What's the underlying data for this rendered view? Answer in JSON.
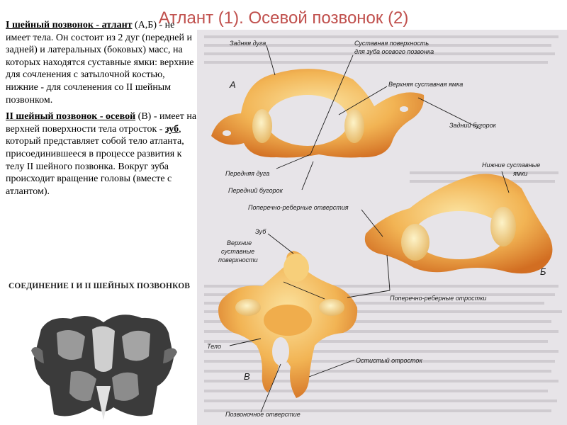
{
  "slide": {
    "title": "Атлант (1). Осевой позвонок (2)"
  },
  "text": {
    "atlas_heading": "I шейный позвонок - атлант",
    "atlas_ref": " (А,Б)",
    "atlas_body": " - не имеет тела. Он состоит из 2 дуг (передней и задней) и латеральных (боковых) масс, на которых находятся суставные ямки: верхние для сочленения с затылочной костью, нижние - для сочленения со II шейным позвонком.",
    "axis_heading": "II шейный позвонок - осевой",
    "axis_ref": " (В)",
    "axis_body_1": " - имеет на верхней поверхности тела отросток - ",
    "axis_dens": "зуб",
    "axis_body_2": ", который представляет собой тело атланта, присоединившееся в процессе развития к телу II шейного позвонка. Вокруг зуба происходит вращение головы  (вместе с атлантом)."
  },
  "photo": {
    "caption": "СОЕДИНЕНИЕ I И II ШЕЙНЫХ ПОЗВОНКОВ"
  },
  "figure": {
    "labels": {
      "posterior_arch": "Задняя дуга",
      "facet_for_dens": "Суставная поверхность",
      "facet_for_dens_2": "для зуба осевого позвонка",
      "superior_facet": "Верхняя суставная ямка",
      "posterior_tubercle": "Задний бугорок",
      "inferior_facets": "Нижние суставные",
      "inferior_facets_2": "ямки",
      "anterior_arch": "Передняя дуга",
      "anterior_tubercle": "Передний бугорок",
      "transverse_foramina": "Поперечно-реберные отверстия",
      "dens": "Зуб",
      "superior_surfaces": "Верхние",
      "superior_surfaces_2": "суставные",
      "superior_surfaces_3": "поверхности",
      "transverse_processes": "Поперечно-реберные отростки",
      "body": "Тело",
      "spinous_process": "Остистый отросток",
      "vertebral_foramen": "Позвоночное отверстие"
    },
    "panel_letters": {
      "a": "А",
      "b": "Б",
      "v": "В"
    }
  },
  "colors": {
    "title": "#c0504d",
    "bone_light": "#f6c35a",
    "bone_dark": "#d9731f"
  }
}
